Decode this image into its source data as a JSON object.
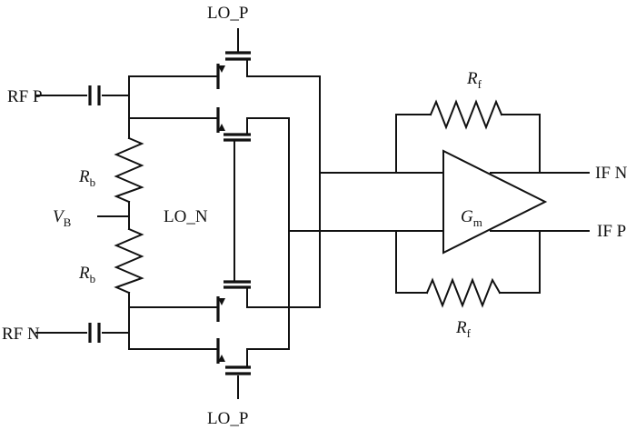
{
  "labels": {
    "lo_p_top": "LO_P",
    "lo_p_bottom": "LO_P",
    "lo_n": "LO_N",
    "rf_p": "RF P",
    "rf_n": "RF N",
    "rb_top": {
      "main": "R",
      "sub": "b"
    },
    "rb_bottom": {
      "main": "R",
      "sub": "b"
    },
    "vb": {
      "main": "V",
      "sub": "B"
    },
    "rf_top": {
      "main": "R",
      "sub": "f"
    },
    "rf_bottom": {
      "main": "R",
      "sub": "f"
    },
    "gm": {
      "main": "G",
      "sub": "m"
    },
    "if_n": "IF N",
    "if_p": "IF P"
  }
}
